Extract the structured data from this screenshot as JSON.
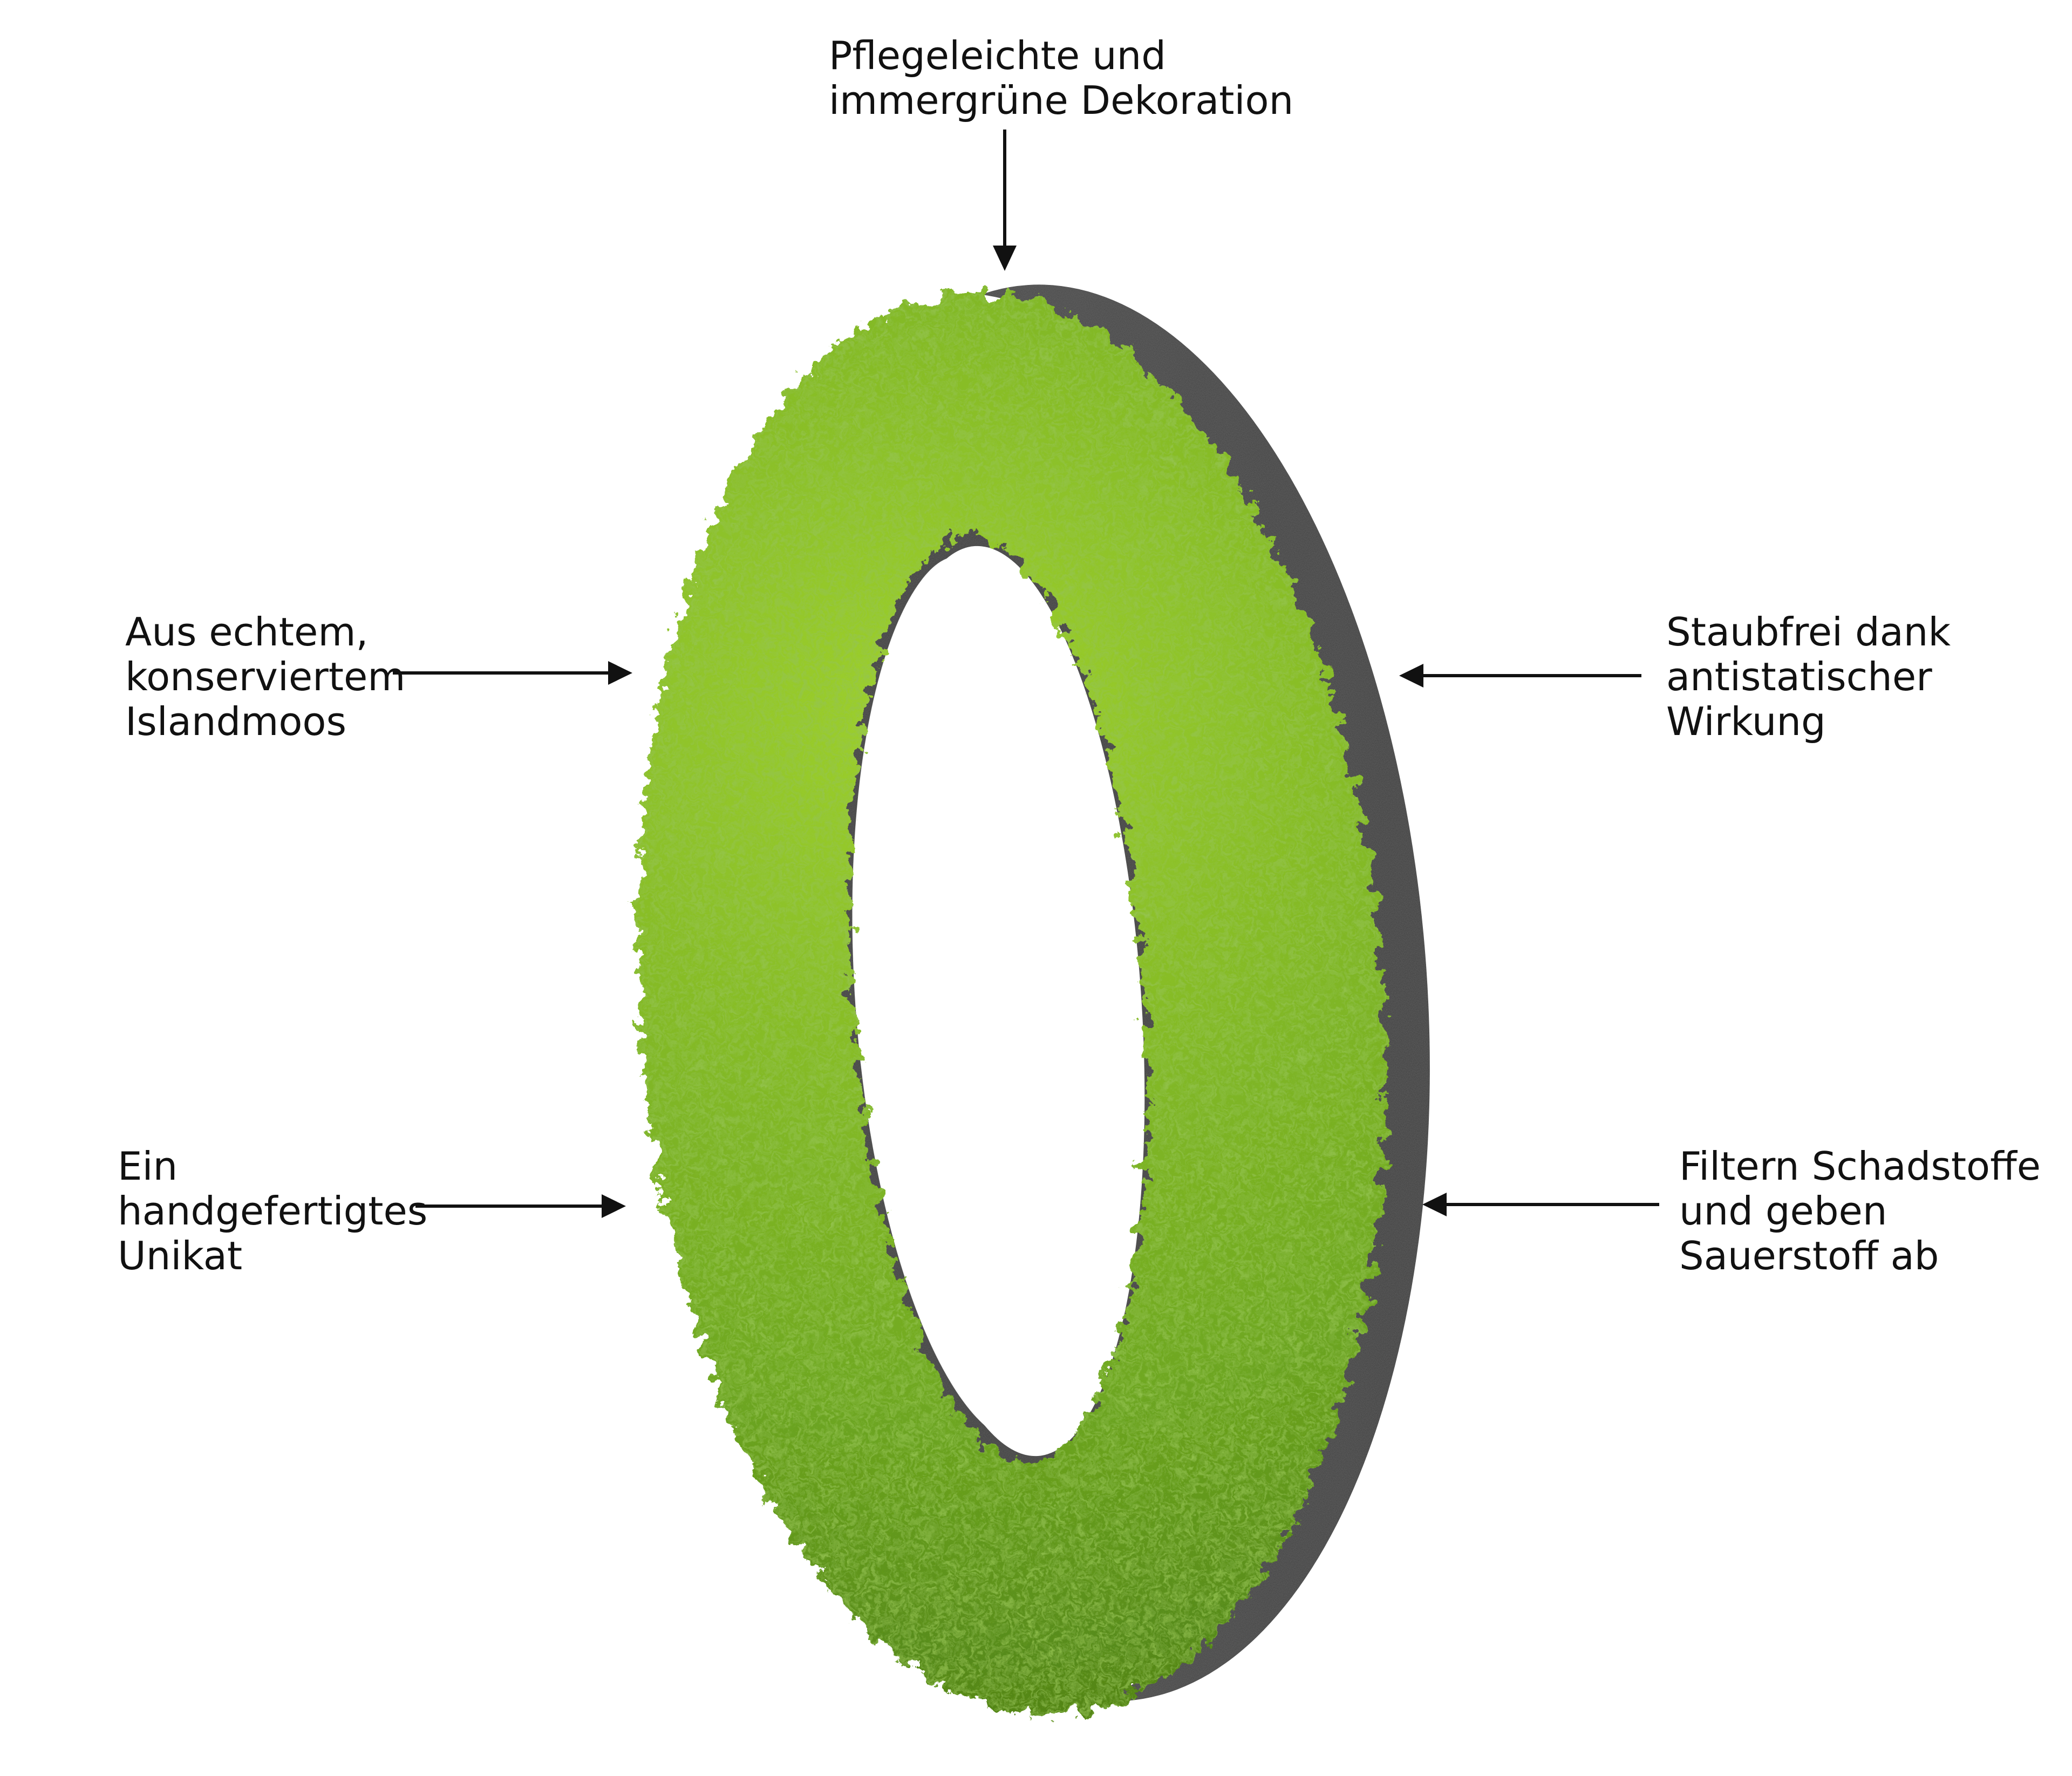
{
  "callouts": {
    "top": [
      "Pflegeleichte und",
      "immergrüne Dekoration"
    ],
    "middle_left": [
      "Aus echtem,",
      "konserviertem",
      "Islandmoos"
    ],
    "middle_right": [
      "Staubfrei dank",
      "antistatischer",
      "Wirkung"
    ],
    "bottom_left": [
      "Ein",
      "handgefertigtes",
      "Unikat"
    ],
    "bottom_right": [
      "Filtern Schadstoffe",
      "und geben",
      "Sauerstoff ab"
    ]
  },
  "product": {
    "shape": "digit-zero",
    "moss_color": "#6fa821",
    "moss_highlight": "#9fd12e",
    "moss_shadow": "#3d6b12",
    "frame_color": "#3b3b3b",
    "frame_dark": "#262626"
  },
  "colors": {
    "text": "#111111",
    "arrow": "#111111",
    "background": "#ffffff"
  }
}
